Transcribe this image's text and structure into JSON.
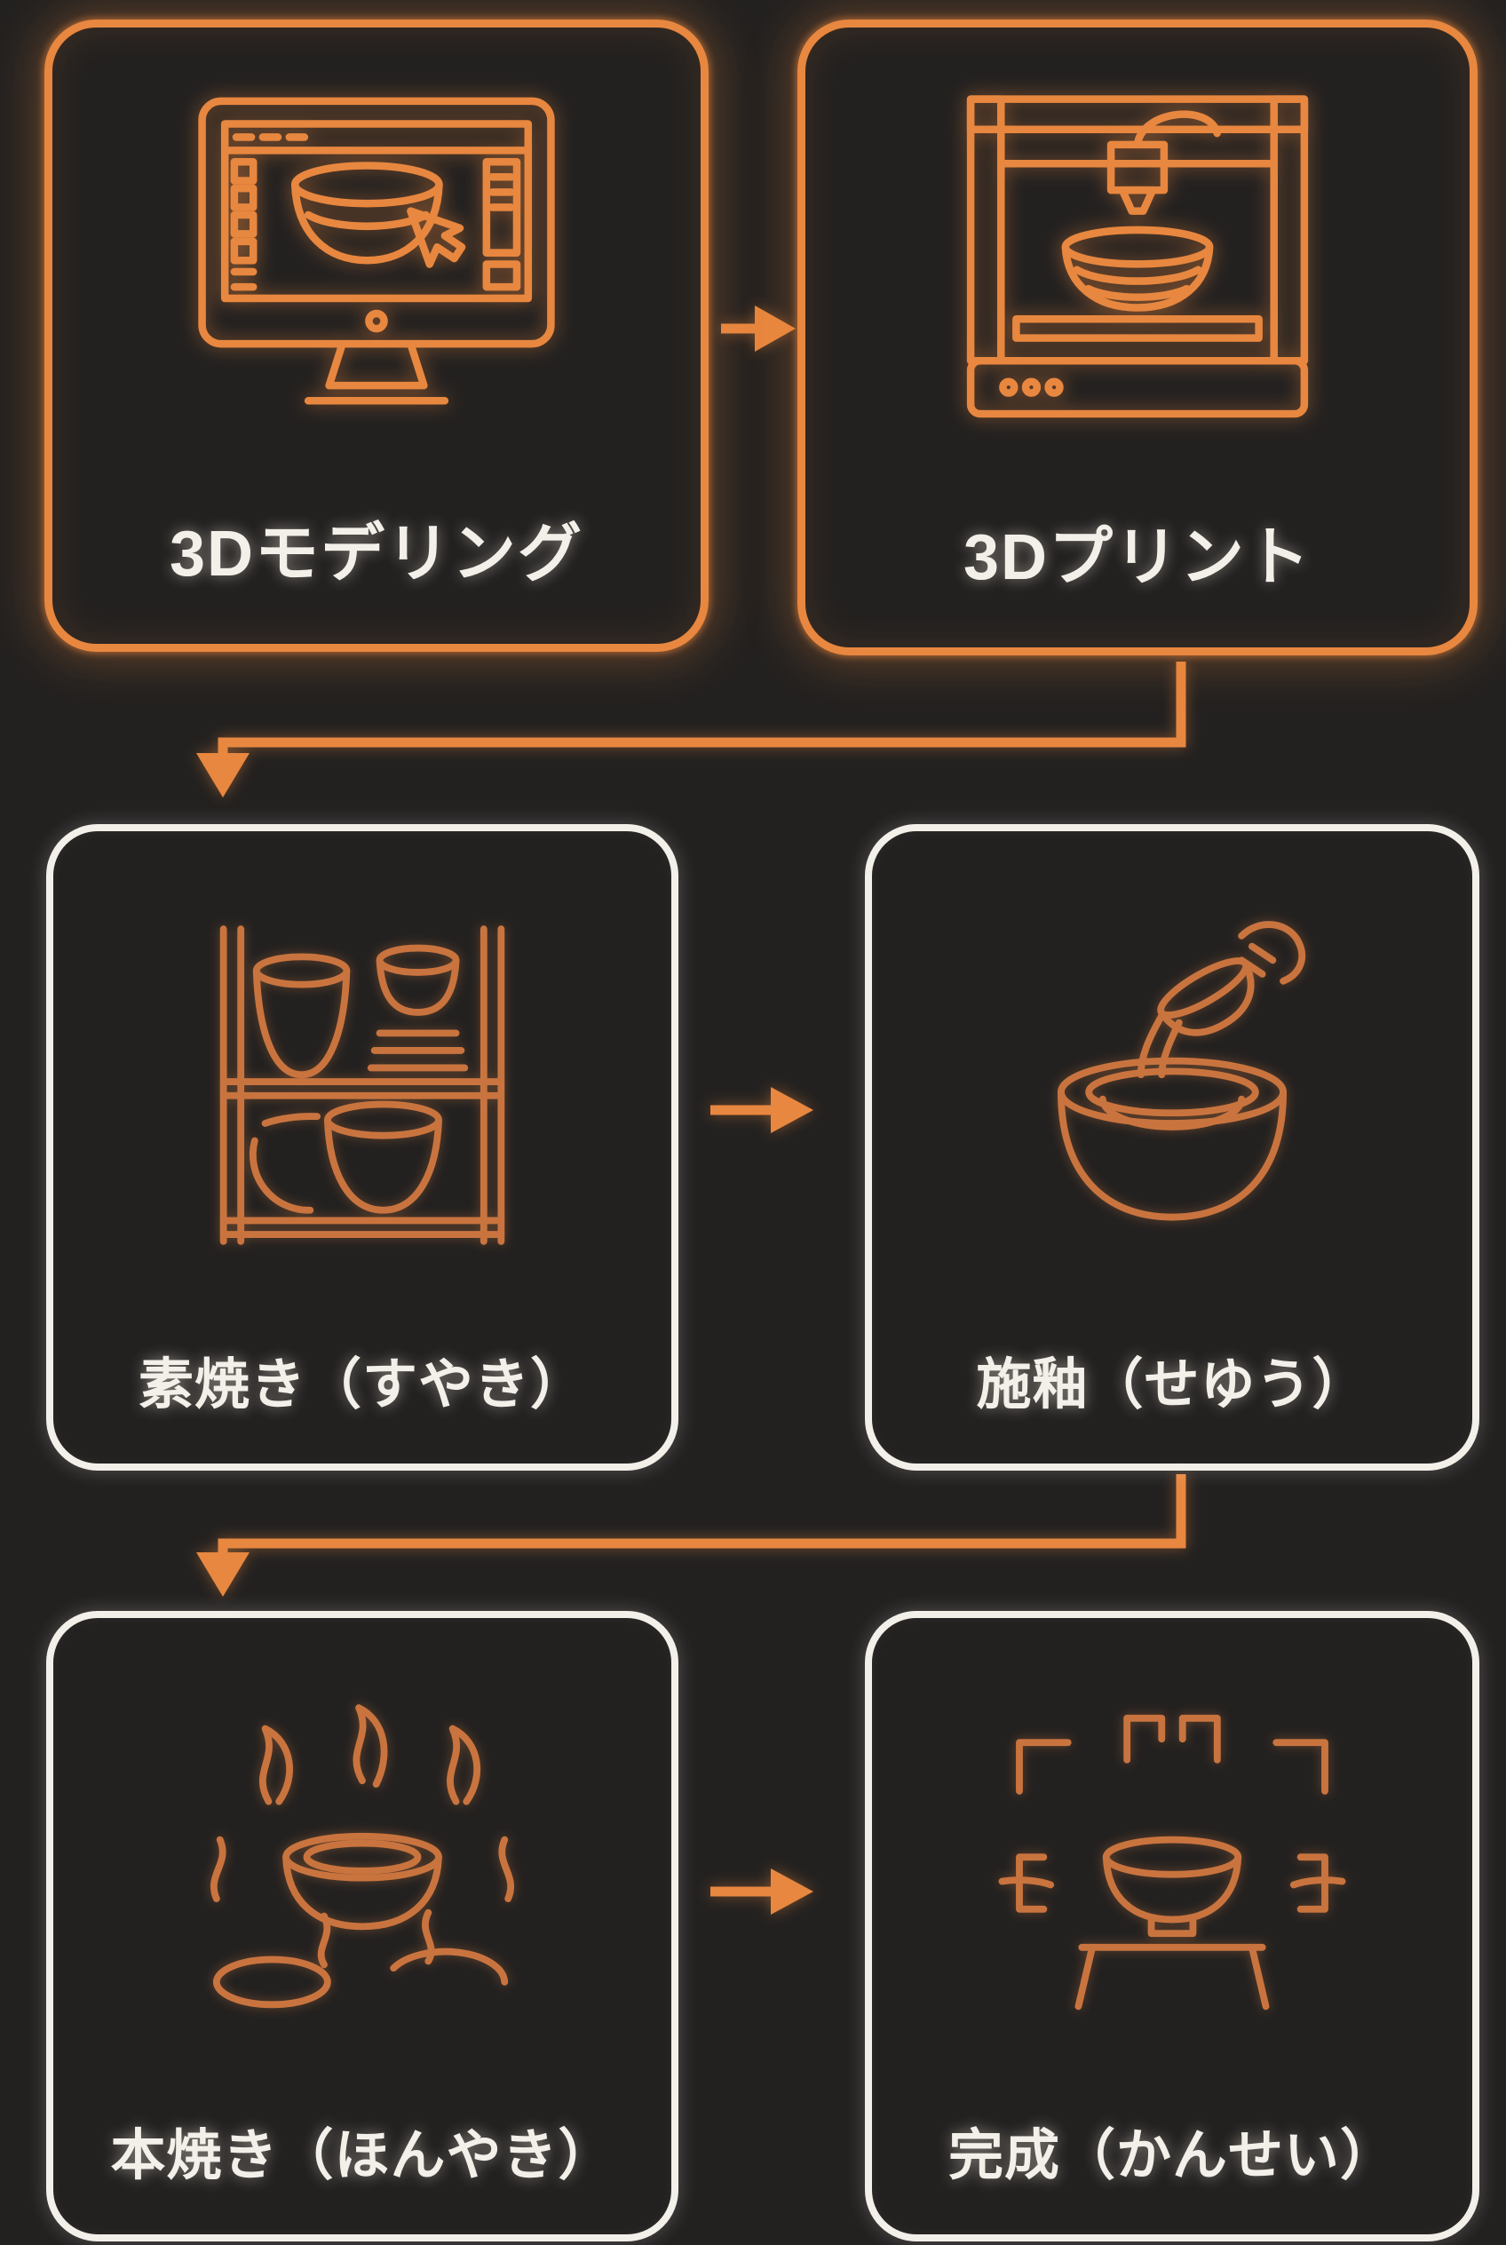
{
  "colors": {
    "bg": "#232120",
    "accent": "#e8873f",
    "copper": "#c9743f",
    "white": "#f3efe9"
  },
  "steps": [
    {
      "label": "3Dモデリング",
      "icon": "monitor-3d-modeling-icon",
      "highlight": true
    },
    {
      "label": "3Dプリント",
      "icon": "3d-printer-icon",
      "highlight": true
    },
    {
      "label": "素焼き（すやき）",
      "icon": "bisque-kiln-shelf-icon",
      "highlight": false
    },
    {
      "label": "施釉（せゆう）",
      "icon": "glaze-pouring-icon",
      "highlight": false
    },
    {
      "label": "本焼き（ほんやき）",
      "icon": "kiln-firing-flames-icon",
      "highlight": false
    },
    {
      "label": "完成（かんせい）",
      "icon": "finished-bowl-icon",
      "highlight": false
    }
  ],
  "flow": [
    {
      "from": "3Dモデリング",
      "to": "3Dプリント"
    },
    {
      "from": "3Dプリント",
      "to": "素焼き（すやき）"
    },
    {
      "from": "素焼き（すやき）",
      "to": "施釉（せゆう）"
    },
    {
      "from": "施釉（せゆう）",
      "to": "本焼き（ほんやき）"
    },
    {
      "from": "本焼き（ほんやき）",
      "to": "完成（かんせい）"
    }
  ]
}
